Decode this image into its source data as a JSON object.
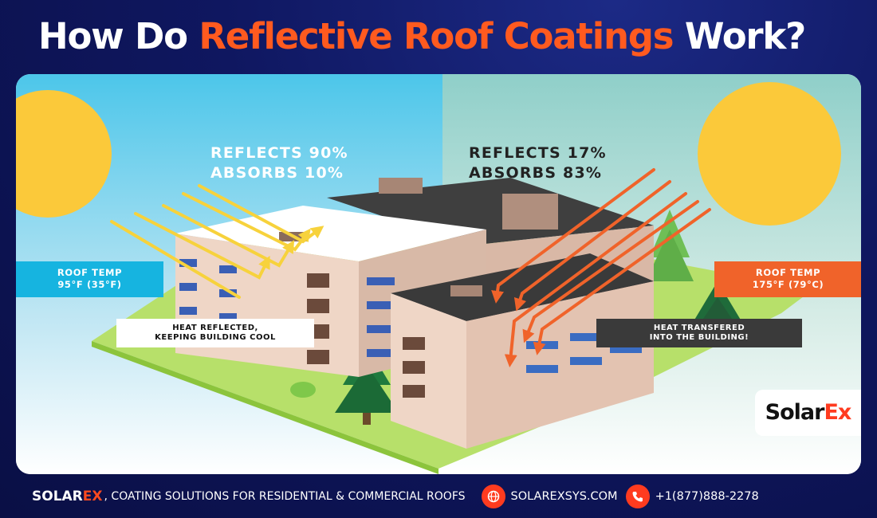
{
  "headline": {
    "part1": "How Do ",
    "highlight": "Reflective Roof Coatings",
    "part2": " Work?"
  },
  "panel": {
    "left_stats": {
      "line1": "REFLECTS 90%",
      "line2": "ABSORBS 10%"
    },
    "right_stats": {
      "line1": "REFLECTS 17%",
      "line2": "ABSORBS 83%"
    },
    "left_temp": {
      "label": "ROOF TEMP",
      "value": "95°F (35°F)"
    },
    "right_temp": {
      "label": "ROOF TEMP",
      "value": "175°F (79°C)"
    },
    "left_caption": {
      "line1": "HEAT REFLECTED,",
      "line2": "KEEPING BUILDING COOL"
    },
    "right_caption": {
      "line1": "HEAT TRANSFERED",
      "line2": "INTO THE BUILDING!"
    },
    "badge": {
      "main": "Solar",
      "accent": "Ex"
    }
  },
  "footer": {
    "brand_main": "SOLAR",
    "brand_accent": "EX",
    "tagline": ", COATING SOLUTIONS FOR RESIDENTIAL & COMMERCIAL ROOFS",
    "website": "SOLAREXSYS.COM",
    "phone": "+1(877)888-2278",
    "web_icon": "globe-icon",
    "phone_icon": "phone-icon"
  },
  "colors": {
    "accent": "#ff5a1f",
    "background": "#0f1760",
    "cool_blue": "#16b4e0",
    "hot_orange": "#f0632a",
    "reflect_arrow": "#f7d23c",
    "absorb_arrow": "#f0632a"
  }
}
